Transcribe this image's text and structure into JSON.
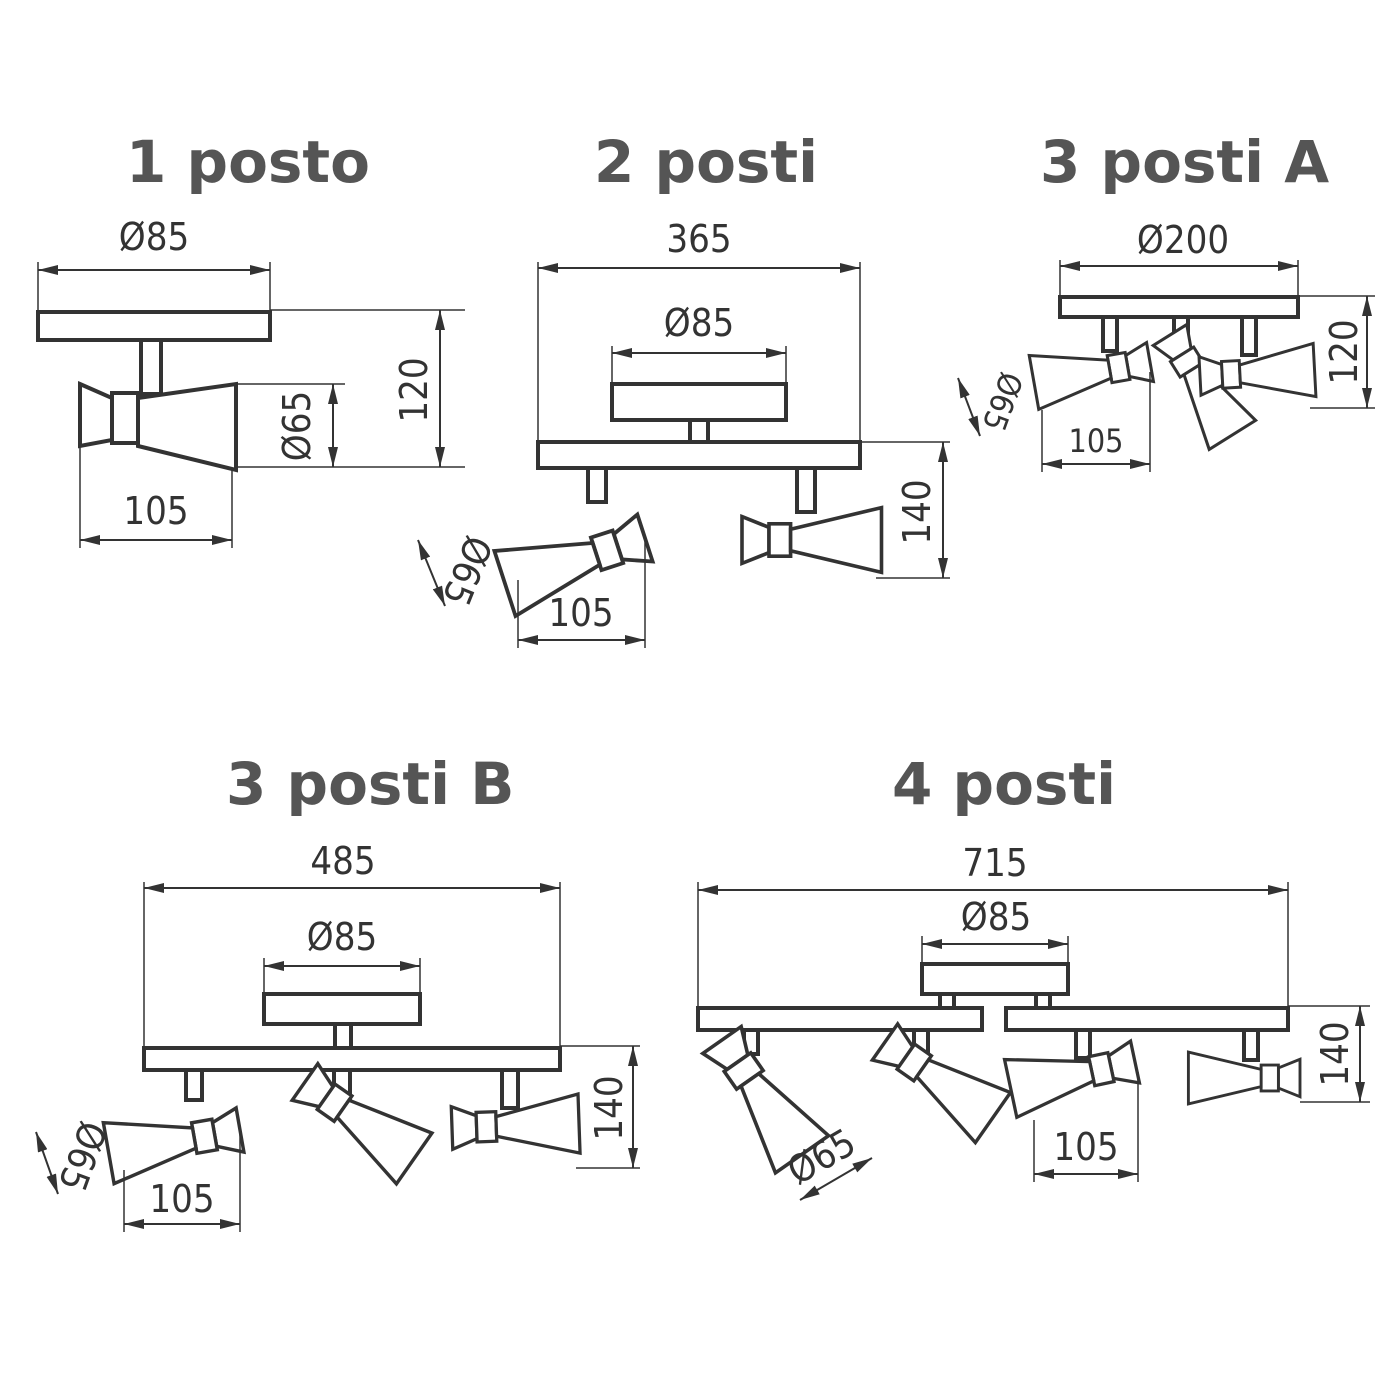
{
  "diagrams": [
    {
      "title": "1 posto",
      "dimensions": {
        "mount_diameter": "Ø85",
        "height": "120",
        "shade_diameter": "Ø65",
        "shade_length": "105"
      }
    },
    {
      "title": "2 posti",
      "dimensions": {
        "width": "365",
        "mount_diameter": "Ø85",
        "height": "140",
        "shade_diameter": "Ø65",
        "shade_length": "105"
      }
    },
    {
      "title": "3 posti A",
      "dimensions": {
        "mount_diameter": "Ø200",
        "height": "120",
        "shade_diameter": "Ø65",
        "shade_length": "105"
      }
    },
    {
      "title": "3 posti B",
      "dimensions": {
        "width": "485",
        "mount_diameter": "Ø85",
        "height": "140",
        "shade_diameter": "Ø65",
        "shade_length": "105"
      }
    },
    {
      "title": "4 posti",
      "dimensions": {
        "width": "715",
        "mount_diameter": "Ø85",
        "height": "140",
        "shade_diameter": "Ø65",
        "shade_length": "105"
      }
    }
  ],
  "colors": {
    "title": "#555555",
    "line": "#333333",
    "background": "#ffffff"
  }
}
